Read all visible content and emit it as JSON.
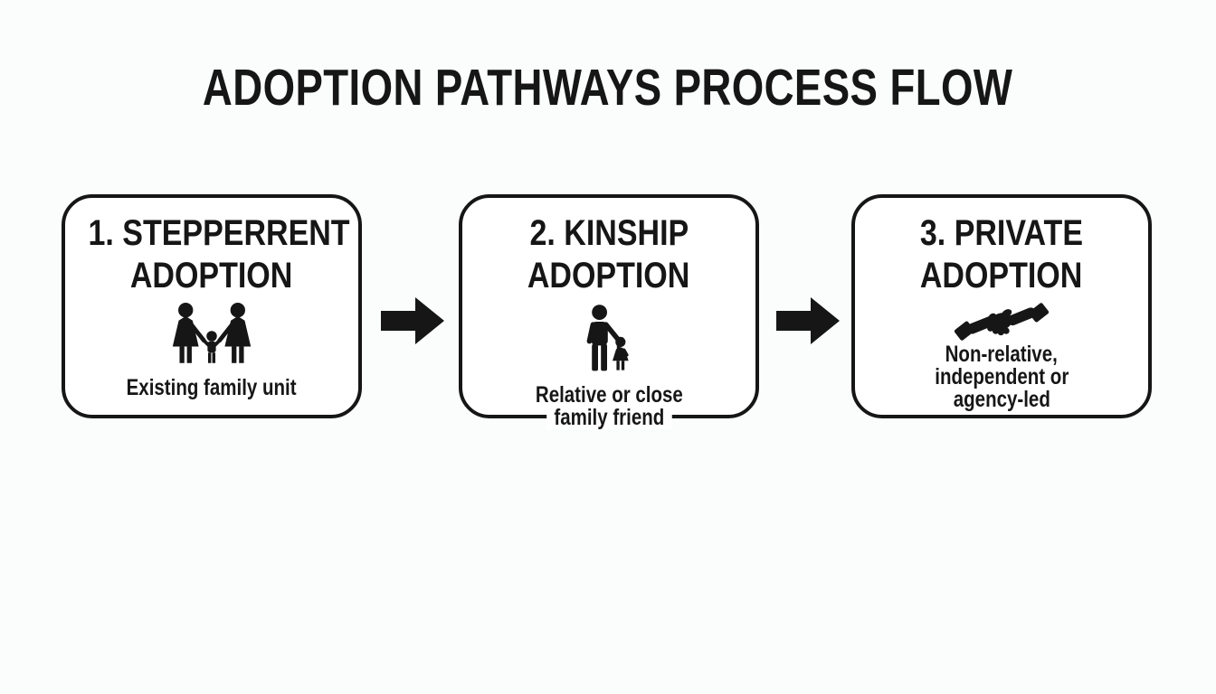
{
  "colors": {
    "ink": "#161616",
    "background": "#fbfdfd",
    "box_background": "#ffffff"
  },
  "title": "ADOPTION PATHWAYS PROCESS FLOW",
  "steps": [
    {
      "heading_line1": "1. STEPPERRENT",
      "heading_line2": "ADOPTION",
      "icon": "family-group-icon",
      "caption_line1": "Existing family unit"
    },
    {
      "heading_line1": "2. KINSHIP",
      "heading_line2": "ADOPTION",
      "icon": "adult-and-child-icon",
      "caption_line1": "Relative or close",
      "caption_line2": "family friend"
    },
    {
      "heading_line1": "3. PRIVATE",
      "heading_line2": "ADOPTION",
      "icon": "handshake-icon",
      "caption_line1": "Non-relative,",
      "caption_line2": "independent or",
      "caption_line3": "agency-led"
    }
  ],
  "connector_icon": "right-arrow-icon"
}
